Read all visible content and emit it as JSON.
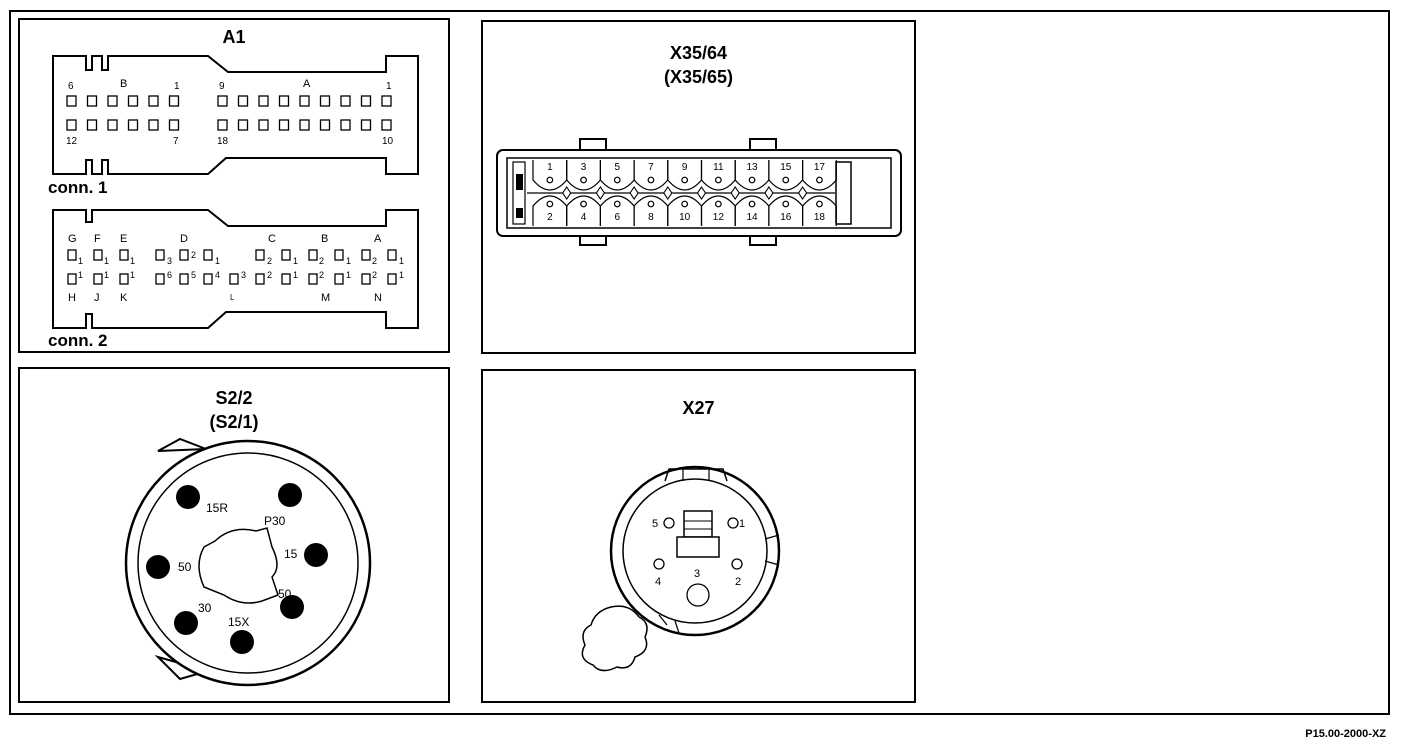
{
  "drawing_code": "P15.00-2000-XZ",
  "a1": {
    "title": "A1",
    "conn1_label": "conn. 1",
    "conn2_label": "conn. 2",
    "conn1": {
      "group_left_top": [
        "6",
        "B",
        "1"
      ],
      "group_left_bottom": [
        "12",
        "7"
      ],
      "group_right_top": [
        "9",
        "A",
        "1"
      ],
      "group_right_bottom": [
        "18",
        "10"
      ]
    },
    "conn2": {
      "letters_top": [
        "G",
        "F",
        "E",
        "D",
        "C",
        "B",
        "A"
      ],
      "letters_bottom": [
        "H",
        "J",
        "K",
        "L",
        "M",
        "N"
      ],
      "pin_nums": [
        "1",
        "2",
        "3",
        "4",
        "5",
        "6"
      ]
    }
  },
  "x35": {
    "title": "X35/64",
    "subtitle": "(X35/65)",
    "pins_top": [
      "1",
      "3",
      "5",
      "7",
      "9",
      "11",
      "13",
      "15",
      "17"
    ],
    "pins_bottom": [
      "2",
      "4",
      "6",
      "8",
      "10",
      "12",
      "14",
      "16",
      "18"
    ]
  },
  "s2": {
    "title": "S2/2",
    "subtitle": "(S2/1)",
    "terminals": [
      "15R",
      "P30",
      "50",
      "15",
      "30",
      "50",
      "15X"
    ]
  },
  "x27": {
    "title": "X27",
    "pins": [
      "5",
      "1",
      "4",
      "2",
      "3"
    ]
  }
}
